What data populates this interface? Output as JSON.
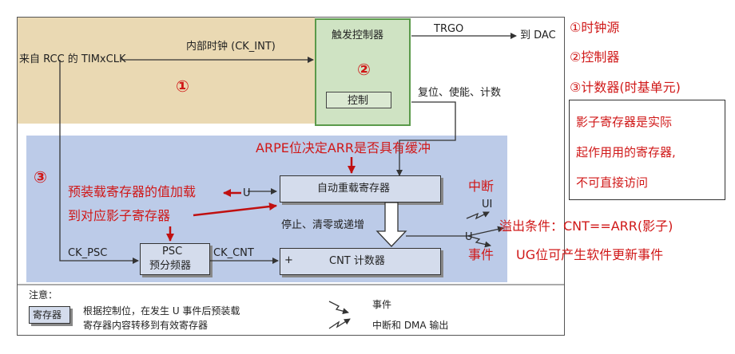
{
  "diagram": {
    "labels": {
      "clock_input": "来自 RCC 的 TIMxCLK",
      "internal_clock": "内部时钟 (CK_INT)",
      "trigger_controller": "触发控制器",
      "trgo": "TRGO",
      "to_dac": "到 DAC",
      "control": "控制",
      "reset_enable_count": "复位、使能、计数",
      "auto_reload_register": "自动重载寄存器",
      "u_event_1": "U",
      "ui": "UI",
      "u_event_2": "U",
      "stop_clear_inc": "停止、清零或递增",
      "ck_psc": "CK_PSC",
      "psc": "PSC",
      "prescaler": "预分频器",
      "ck_cnt": "CK_CNT",
      "plus": "+",
      "cnt_counter": "CNT 计数器"
    },
    "region_numbers": {
      "n1": "①",
      "n2": "②",
      "n3": "③"
    },
    "annotations": {
      "arpe": "ARPE位决定ARR是否具有缓冲",
      "preload_line1": "预装载寄存器的值加载",
      "preload_line2": "到对应影子寄存器",
      "interrupt": "中断",
      "overflow": "溢出条件：CNT==ARR(影子)",
      "event": "事件",
      "ug": "UG位可产生软件更新事件"
    },
    "legend_right": {
      "item1": "①时钟源",
      "item2": "②控制器",
      "item3": "③计数器(时基单元)",
      "note_line1": "影子寄存器是实际",
      "note_line2": "起作用用的寄存器,",
      "note_line3": "不可直接访问"
    },
    "notes": {
      "title": "注意：",
      "register_box": "寄存器",
      "register_desc_line1": "根据控制位，在发生 U 事件后预装载",
      "register_desc_line2": "寄存器内容转移到有效寄存器",
      "event_legend": "事件",
      "interrupt_legend": "中断和 DMA 输出"
    },
    "colors": {
      "clock_region": "#ead9b3",
      "controller_region": "#cfe3c3",
      "controller_border": "#5a9a4a",
      "counter_region": "#bccbe8",
      "register_fill": "#d4dcec",
      "annotation_red": "#d01818"
    }
  }
}
